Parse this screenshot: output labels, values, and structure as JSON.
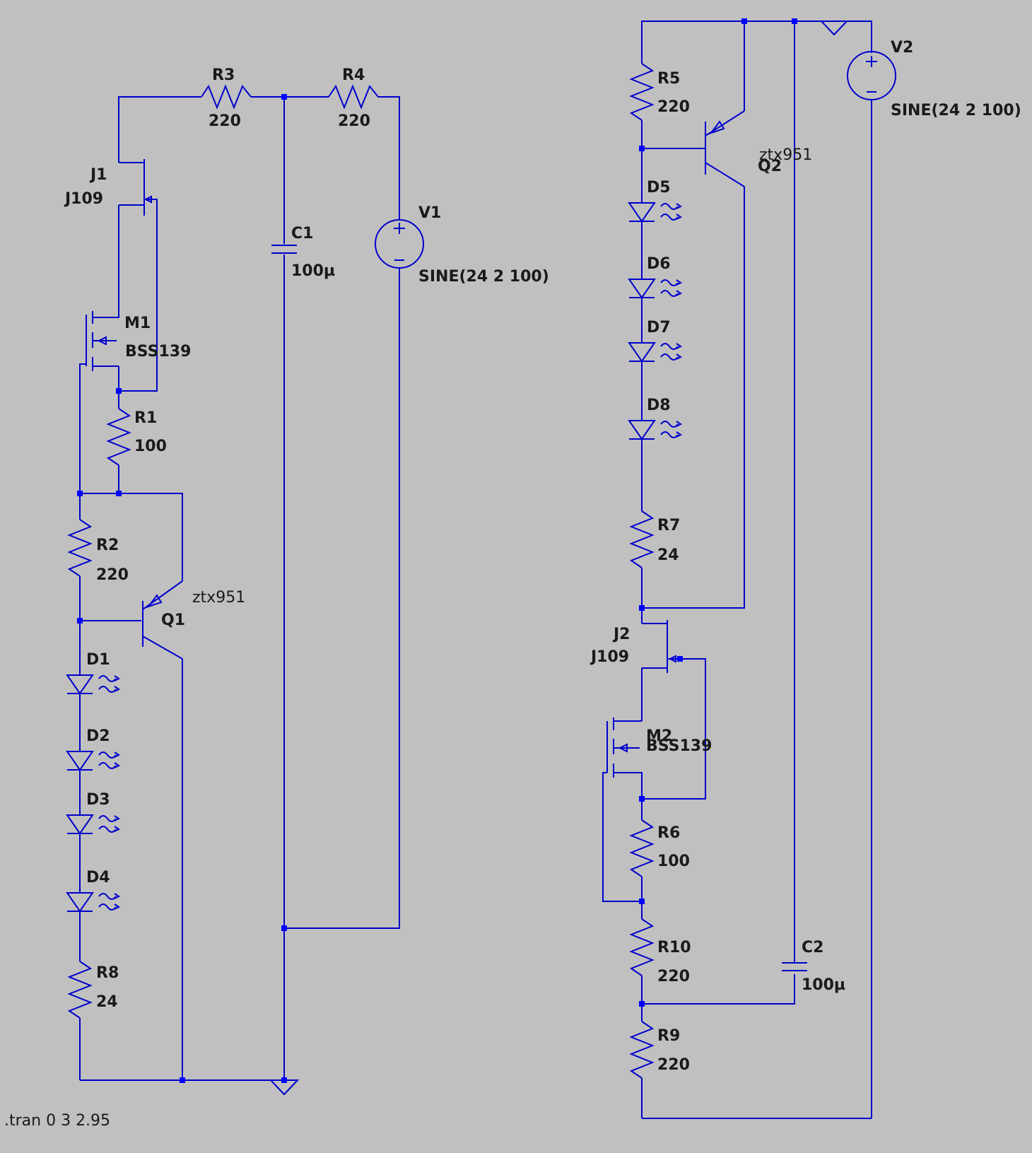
{
  "colors": {
    "background": "#c0c0c0",
    "wire": "#0000cc",
    "junction": "#0000ff",
    "text": "#1a1a1a"
  },
  "components": {
    "R1": {
      "name": "R1",
      "value": "100"
    },
    "R2": {
      "name": "R2",
      "value": "220"
    },
    "R3": {
      "name": "R3",
      "value": "220"
    },
    "R4": {
      "name": "R4",
      "value": "220"
    },
    "R5": {
      "name": "R5",
      "value": "220"
    },
    "R6": {
      "name": "R6",
      "value": "100"
    },
    "R7": {
      "name": "R7",
      "value": "24"
    },
    "R8": {
      "name": "R8",
      "value": "24"
    },
    "R9": {
      "name": "R9",
      "value": "220"
    },
    "R10": {
      "name": "R10",
      "value": "220"
    },
    "C1": {
      "name": "C1",
      "value": "100µ"
    },
    "C2": {
      "name": "C2",
      "value": "100µ"
    },
    "V1": {
      "name": "V1",
      "value": "SINE(24 2 100)"
    },
    "V2": {
      "name": "V2",
      "value": "SINE(24 2 100)"
    },
    "J1": {
      "name": "J1",
      "value": "J109"
    },
    "J2": {
      "name": "J2",
      "value": "J109"
    },
    "M1": {
      "name": "M1",
      "value": "BSS139"
    },
    "M2": {
      "name": "M2",
      "value": "BSS139"
    },
    "Q1": {
      "name": "Q1",
      "value": "ztx951"
    },
    "Q2": {
      "name": "Q2",
      "value": "ztx951"
    },
    "D1": {
      "name": "D1"
    },
    "D2": {
      "name": "D2"
    },
    "D3": {
      "name": "D3"
    },
    "D4": {
      "name": "D4"
    },
    "D5": {
      "name": "D5"
    },
    "D6": {
      "name": "D6"
    },
    "D7": {
      "name": "D7"
    },
    "D8": {
      "name": "D8"
    }
  },
  "directive": ".tran 0 3 2.95",
  "icons": {
    "ground": "ground-icon",
    "resistor": "resistor-icon",
    "capacitor": "capacitor-icon",
    "led": "led-icon",
    "voltage_source": "voltage-source-icon",
    "jfet": "jfet-icon",
    "mosfet": "mosfet-icon",
    "transistor": "pnp-transistor-icon"
  }
}
